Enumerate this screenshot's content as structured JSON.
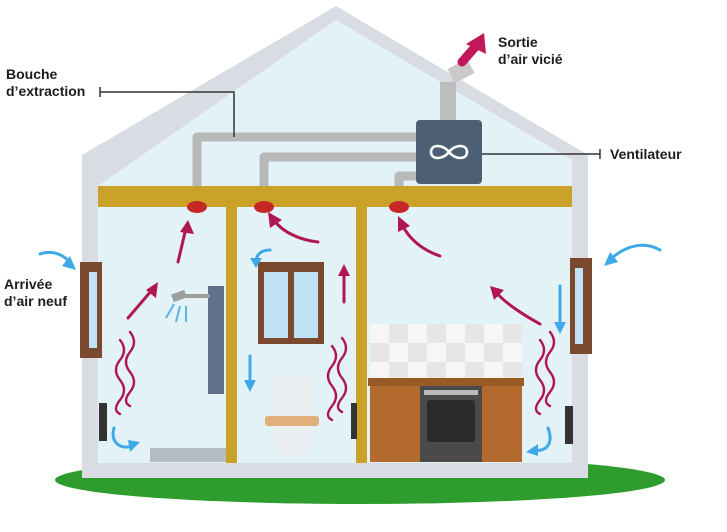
{
  "labels": {
    "extraction": [
      "Bouche",
      "d’extraction"
    ],
    "exhaust": [
      "Sortie",
      "d’air vicié"
    ],
    "fan": "Ventilateur",
    "intake": [
      "Arrivée",
      "d’air neuf"
    ]
  },
  "colors": {
    "ground": "#2f9c2f",
    "wall": "#d9dde3",
    "air": "#e3f2f7",
    "beam": "#c9a227",
    "duct": "#b8b8b8",
    "fan_box": "#4d5f75",
    "exhaust_arrow": "#c2185b",
    "stale_air": "#b0174f",
    "fresh_air": "#3fa9e8",
    "vent_cap": "#c62828",
    "window_frame": "#7b4a2e",
    "cabinet": "#b26a2e"
  },
  "icons": {
    "fan": "infinity-fan-icon",
    "shower": "shower-icon",
    "toilet": "toilet-icon",
    "oven": "oven-icon",
    "window": "window-icon"
  }
}
